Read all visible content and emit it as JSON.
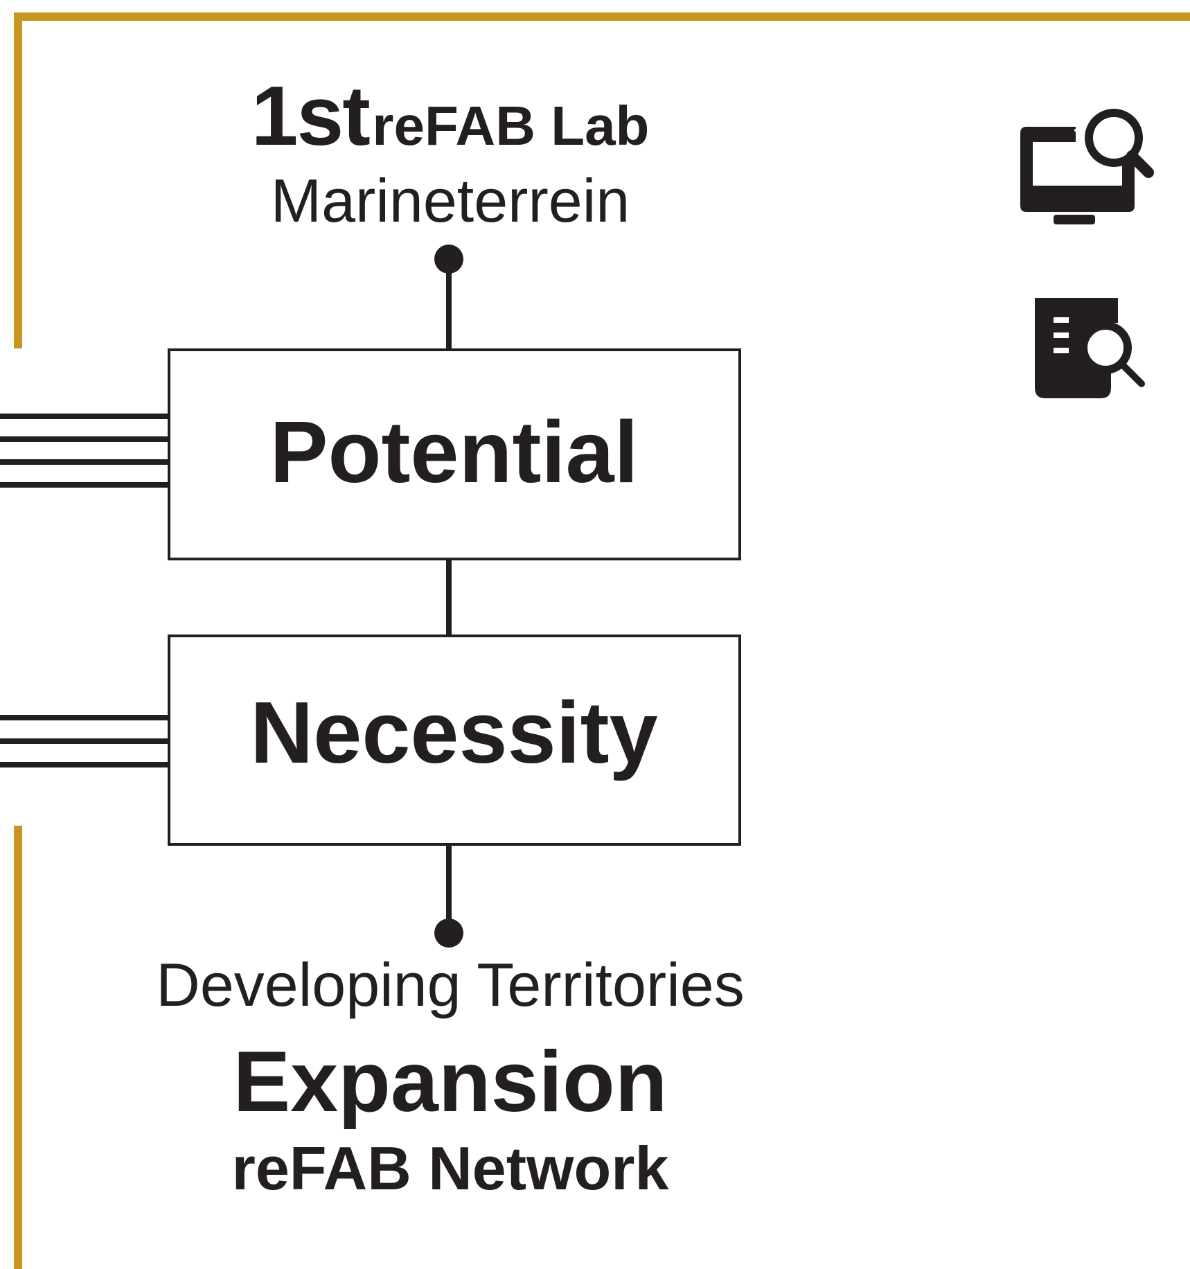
{
  "top": {
    "ordinal": "1st",
    "title": "reFAB Lab",
    "subtitle": "Marineterrein"
  },
  "boxes": {
    "potential": "Potential",
    "necessity": "Necessity"
  },
  "bottom": {
    "subtitle": "Developing Territories",
    "title": "Expansion",
    "network": "reFAB Network"
  },
  "icons": [
    "monitor-search-icon",
    "document-search-icon"
  ],
  "colors": {
    "frame": "#c8951e",
    "ink": "#231f20"
  }
}
